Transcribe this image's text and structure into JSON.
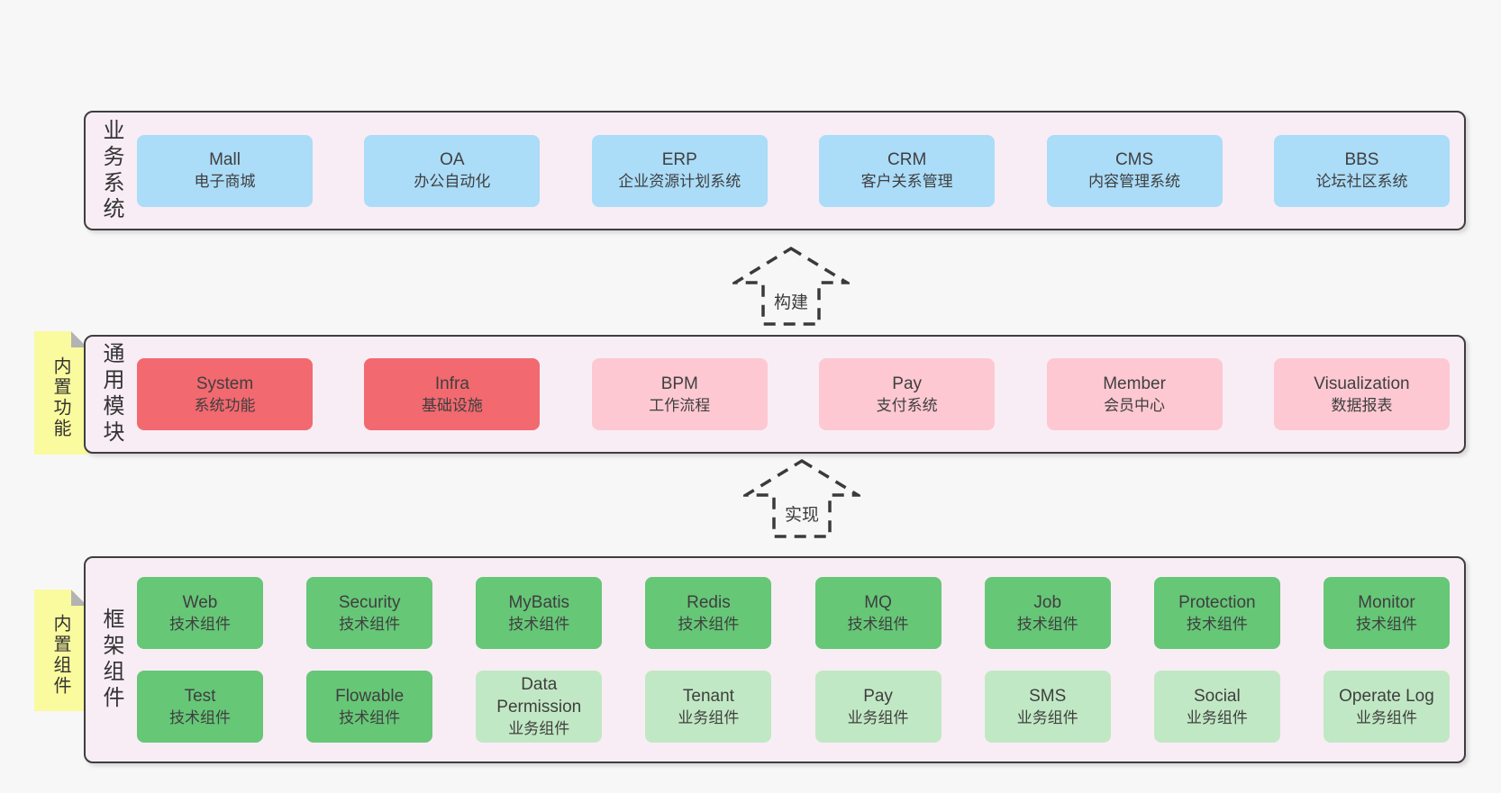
{
  "colors": {
    "page_background": "#f7f7f7",
    "panel_background": "#f8edf5",
    "panel_border": "#3e3e3e",
    "box_blue": "#abdcf8",
    "box_red": "#f2696f",
    "box_pink": "#fdc8d2",
    "box_green": "#66c777",
    "box_lightgreen": "#c1e8c4",
    "sticky_yellow": "#fafa9e",
    "sticky_fold_gray": "#b3b3b3",
    "text": "#3f3f3f"
  },
  "arrows": [
    {
      "label": "构建"
    },
    {
      "label": "实现"
    }
  ],
  "sections": [
    {
      "title": "业务系统",
      "rows": [
        [
          {
            "name": "Mall",
            "desc": "电子商城"
          },
          {
            "name": "OA",
            "desc": "办公自动化"
          },
          {
            "name": "ERP",
            "desc": "企业资源计划系统"
          },
          {
            "name": "CRM",
            "desc": "客户关系管理"
          },
          {
            "name": "CMS",
            "desc": "内容管理系统"
          },
          {
            "name": "BBS",
            "desc": "论坛社区系统"
          }
        ]
      ]
    },
    {
      "title": "通用模块",
      "sticky": "内置功能",
      "rows": [
        [
          {
            "name": "System",
            "desc": "系统功能"
          },
          {
            "name": "Infra",
            "desc": "基础设施"
          },
          {
            "name": "BPM",
            "desc": "工作流程"
          },
          {
            "name": "Pay",
            "desc": "支付系统"
          },
          {
            "name": "Member",
            "desc": "会员中心"
          },
          {
            "name": "Visualization",
            "desc": "数据报表"
          }
        ]
      ]
    },
    {
      "title": "框架组件",
      "sticky": "内置组件",
      "rows": [
        [
          {
            "name": "Web",
            "desc": "技术组件"
          },
          {
            "name": "Security",
            "desc": "技术组件"
          },
          {
            "name": "MyBatis",
            "desc": "技术组件"
          },
          {
            "name": "Redis",
            "desc": "技术组件"
          },
          {
            "name": "MQ",
            "desc": "技术组件"
          },
          {
            "name": "Job",
            "desc": "技术组件"
          },
          {
            "name": "Protection",
            "desc": "技术组件"
          },
          {
            "name": "Monitor",
            "desc": "技术组件"
          }
        ],
        [
          {
            "name": "Test",
            "desc": "技术组件"
          },
          {
            "name": "Flowable",
            "desc": "技术组件"
          },
          {
            "name": "Data Permission",
            "desc": "业务组件"
          },
          {
            "name": "Tenant",
            "desc": "业务组件"
          },
          {
            "name": "Pay",
            "desc": "业务组件"
          },
          {
            "name": "SMS",
            "desc": "业务组件"
          },
          {
            "name": "Social",
            "desc": "业务组件"
          },
          {
            "name": "Operate Log",
            "desc": "业务组件"
          }
        ]
      ]
    }
  ]
}
